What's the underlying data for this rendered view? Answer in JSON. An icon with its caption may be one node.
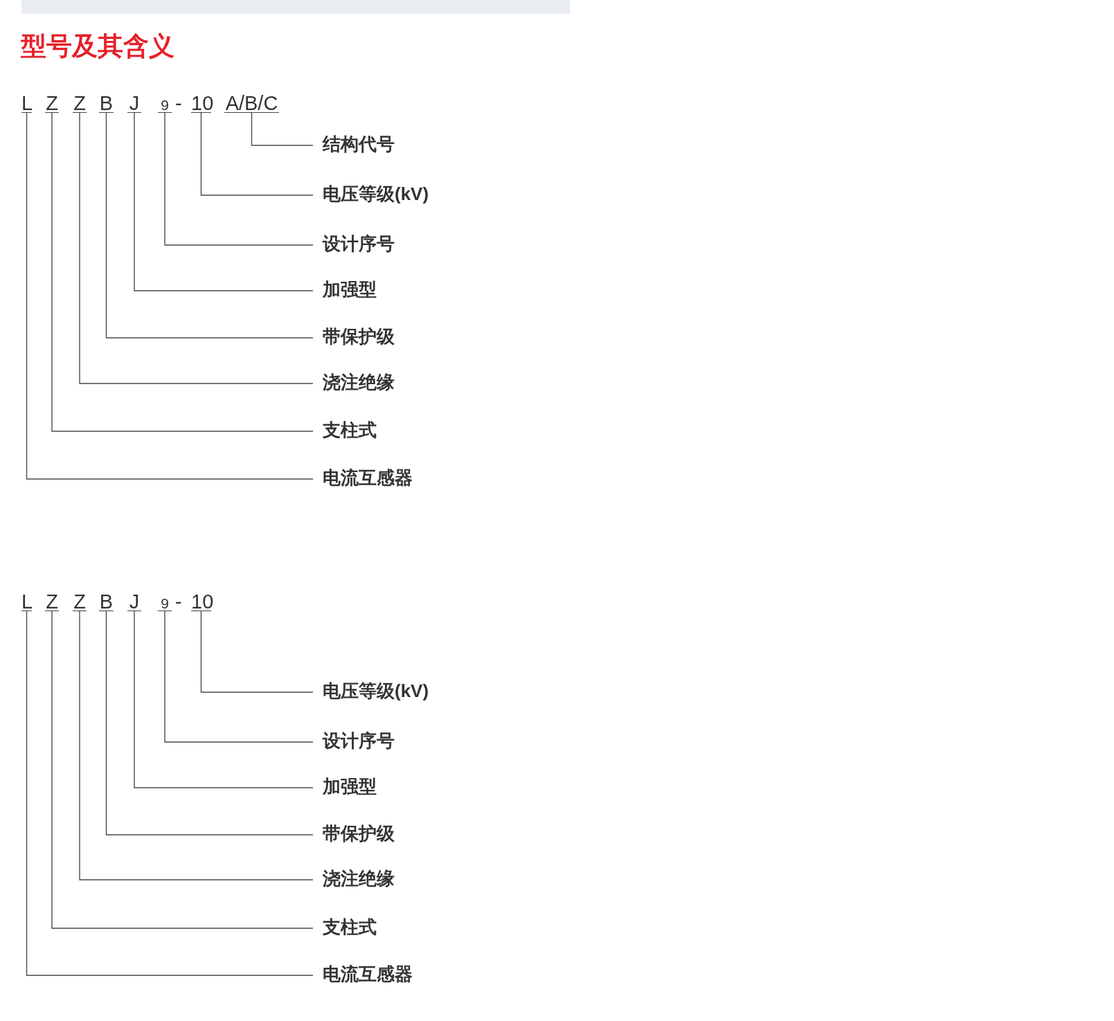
{
  "diagram": {
    "title": "型号及其含义",
    "nodes": [
      {
        "text": [
          "L"
        ]
      },
      {
        "text": [
          "Z"
        ]
      },
      {
        "text": [
          "Z"
        ]
      },
      {
        "text": [
          "B"
        ]
      },
      {
        "text": [
          "J"
        ]
      },
      {
        "text": [
          "9"
        ]
      },
      {
        "text": [
          "10"
        ]
      },
      {
        "text": [
          "A/B/C"
        ]
      },
      {
        "text": [
          "结构代号"
        ]
      },
      {
        "text": [
          "电压等级(kV)"
        ]
      },
      {
        "text": [
          "设计序号"
        ]
      },
      {
        "text": [
          "加强型"
        ]
      },
      {
        "text": [
          "带保护级"
        ]
      },
      {
        "text": [
          "浇注绝缘"
        ]
      },
      {
        "text": [
          "支柱式"
        ]
      },
      {
        "text": [
          "电流互感器"
        ]
      },
      {
        "text": [
          "L"
        ]
      },
      {
        "text": [
          "Z"
        ]
      },
      {
        "text": [
          "Z"
        ]
      },
      {
        "text": [
          "B"
        ]
      },
      {
        "text": [
          "J"
        ]
      },
      {
        "text": [
          "9"
        ]
      },
      {
        "text": [
          "10"
        ]
      },
      {
        "text": [
          "电压等级(kV)"
        ]
      },
      {
        "text": [
          "设计序号"
        ]
      },
      {
        "text": [
          "加强型"
        ]
      },
      {
        "text": [
          "带保护级"
        ]
      },
      {
        "text": [
          "浇注绝缘"
        ]
      },
      {
        "text": [
          "支柱式"
        ]
      },
      {
        "text": [
          "电流互感器"
        ]
      }
    ],
    "edges": [
      {
        "from": 7,
        "to": 8,
        "arrow": "none"
      },
      {
        "from": 6,
        "to": 9,
        "arrow": "none"
      },
      {
        "from": 5,
        "to": 10,
        "arrow": "none"
      },
      {
        "from": 4,
        "to": 11,
        "arrow": "none"
      },
      {
        "from": 3,
        "to": 12,
        "arrow": "none"
      },
      {
        "from": 2,
        "to": 13,
        "arrow": "none"
      },
      {
        "from": 1,
        "to": 14,
        "arrow": "none"
      },
      {
        "from": 0,
        "to": 15,
        "arrow": "none"
      },
      {
        "from": 22,
        "to": 23,
        "arrow": "none"
      },
      {
        "from": 21,
        "to": 24,
        "arrow": "none"
      },
      {
        "from": 20,
        "to": 25,
        "arrow": "none"
      },
      {
        "from": 19,
        "to": 26,
        "arrow": "none"
      },
      {
        "from": 18,
        "to": 27,
        "arrow": "none"
      },
      {
        "from": 17,
        "to": 28,
        "arrow": "none"
      },
      {
        "from": 16,
        "to": 29,
        "arrow": "none"
      }
    ],
    "labels": [
      "-",
      "-"
    ]
  }
}
